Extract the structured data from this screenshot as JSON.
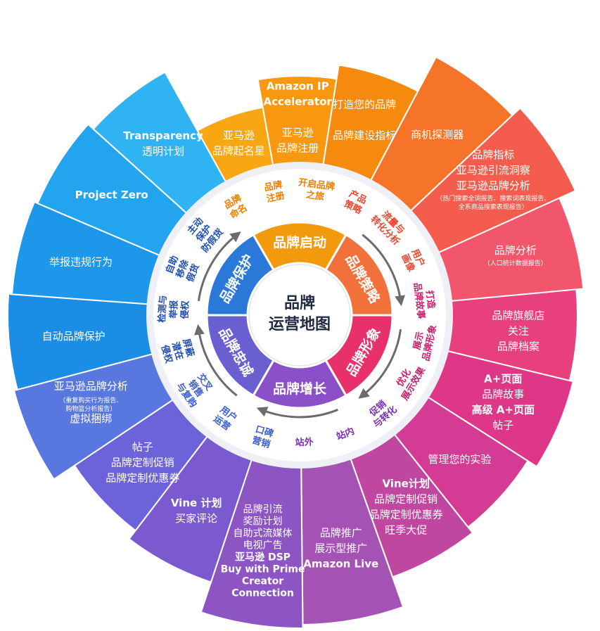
{
  "center": {
    "line1": "品牌",
    "line2": "运营地图"
  },
  "phases": [
    {
      "label": "品牌启动",
      "color": "#f39a0c"
    },
    {
      "label": "品牌策略",
      "color": "#f2703a"
    },
    {
      "label": "品牌形象",
      "color": "#e8306a"
    },
    {
      "label": "品牌增长",
      "color": "#8a4fc9"
    },
    {
      "label": "品牌忠诚",
      "color": "#6a5fd0"
    },
    {
      "label": "品牌保护",
      "color": "#2a78d8"
    }
  ],
  "tactics": [
    {
      "lines": [
        "品牌",
        "命名"
      ],
      "color": "#f07d00"
    },
    {
      "lines": [
        "品牌",
        "注册"
      ],
      "color": "#f07d00"
    },
    {
      "lines": [
        "开启品牌",
        "之旅"
      ],
      "color": "#f07d00"
    },
    {
      "lines": [
        "产品",
        "策略"
      ],
      "color": "#e9472f"
    },
    {
      "lines": [
        "流量与",
        "转化分析"
      ],
      "color": "#e9472f"
    },
    {
      "lines": [
        "用户",
        "画像"
      ],
      "color": "#e9472f"
    },
    {
      "lines": [
        "打造",
        "品牌故事"
      ],
      "color": "#c81e6c"
    },
    {
      "lines": [
        "展示",
        "品牌形象"
      ],
      "color": "#c81e6c"
    },
    {
      "lines": [
        "优化",
        "展示效果"
      ],
      "color": "#c81e6c"
    },
    {
      "lines": [
        "促销",
        "与转化"
      ],
      "color": "#7a2fb8"
    },
    {
      "lines": [
        "站内"
      ],
      "color": "#7a2fb8"
    },
    {
      "lines": [
        "站外"
      ],
      "color": "#7a2fb8"
    },
    {
      "lines": [
        "口碑",
        "营销"
      ],
      "color": "#3b5fd0"
    },
    {
      "lines": [
        "用户",
        "运营"
      ],
      "color": "#3b5fd0"
    },
    {
      "lines": [
        "交叉",
        "销售",
        "与复购"
      ],
      "color": "#3b5fd0"
    },
    {
      "lines": [
        "屏蔽",
        "潜在",
        "侵权"
      ],
      "color": "#1f4fb0"
    },
    {
      "lines": [
        "检测与",
        "举报",
        "侵权"
      ],
      "color": "#1f4fb0"
    },
    {
      "lines": [
        "自助",
        "移除",
        "假货"
      ],
      "color": "#1f4fb0"
    },
    {
      "lines": [
        "主动",
        "保护",
        "防假货"
      ],
      "color": "#1f4fb0"
    }
  ],
  "petals": [
    {
      "lines": [
        "亚马逊",
        "品牌起名星"
      ],
      "color": "#f8a713"
    },
    {
      "lines": [
        "Amazon IP",
        "Accelerator",
        "",
        "亚马逊",
        "品牌注册"
      ],
      "color": "#f79810"
    },
    {
      "lines": [
        "打造您的品牌",
        "",
        "品牌建设指标"
      ],
      "color": "#f58a0e"
    },
    {
      "lines": [
        "商机探测器"
      ],
      "color": "#f5742a"
    },
    {
      "lines": [
        "品牌指标",
        "亚马逊引流洞察",
        "亚马逊品牌分析"
      ],
      "small": [
        "（热门搜索全词报告、搜索词表现报告、",
        "全系商品搜索表现报告）"
      ],
      "color": "#f45d4d"
    },
    {
      "lines": [
        "品牌分析"
      ],
      "small": [
        "（人口统计数据报告）"
      ],
      "color": "#f1566c"
    },
    {
      "lines": [
        "品牌旗舰店",
        "关注",
        "品牌档案"
      ],
      "color": "#e8407c"
    },
    {
      "lines": [
        "A+页面",
        "品牌故事",
        "高级 A+页面",
        "帖子"
      ],
      "color": "#de3788"
    },
    {
      "lines": [
        "管理您的实验"
      ],
      "color": "#d43b94"
    },
    {
      "lines": [
        "Vine计划",
        "品牌定制促销",
        "品牌定制优惠券",
        "旺季大促"
      ],
      "color": "#c0479f"
    },
    {
      "lines": [
        "品牌推广",
        "展示型推广",
        "Amazon Live"
      ],
      "color": "#a453b4"
    },
    {
      "lines": [
        "品牌引流",
        "奖励计划",
        "自助式流媒体",
        "电视广告",
        "亚马逊 DSP",
        "Buy with Prime",
        "Creator",
        "Connection"
      ],
      "color": "#8d55c4"
    },
    {
      "lines": [
        "Vine 计划",
        "买家评论"
      ],
      "color": "#7b5ad0"
    },
    {
      "lines": [
        "帖子",
        "品牌定制促销",
        "品牌定制优惠券"
      ],
      "color": "#6c63d8"
    },
    {
      "lines": [
        "亚马逊品牌分析",
        "虚拟捆绑"
      ],
      "small": [
        "（重复购买行为报告、",
        "购物篮分析报告）"
      ],
      "smallAfter": 1,
      "color": "#5878e0"
    },
    {
      "lines": [
        "自动品牌保护"
      ],
      "color": "#1b8de4"
    },
    {
      "lines": [
        "举报违规行为"
      ],
      "color": "#1c97e9"
    },
    {
      "lines": [
        "Project Zero"
      ],
      "color": "#22a4ee"
    },
    {
      "lines": [
        "Transparency",
        "透明计划"
      ],
      "color": "#30b3f3"
    }
  ]
}
